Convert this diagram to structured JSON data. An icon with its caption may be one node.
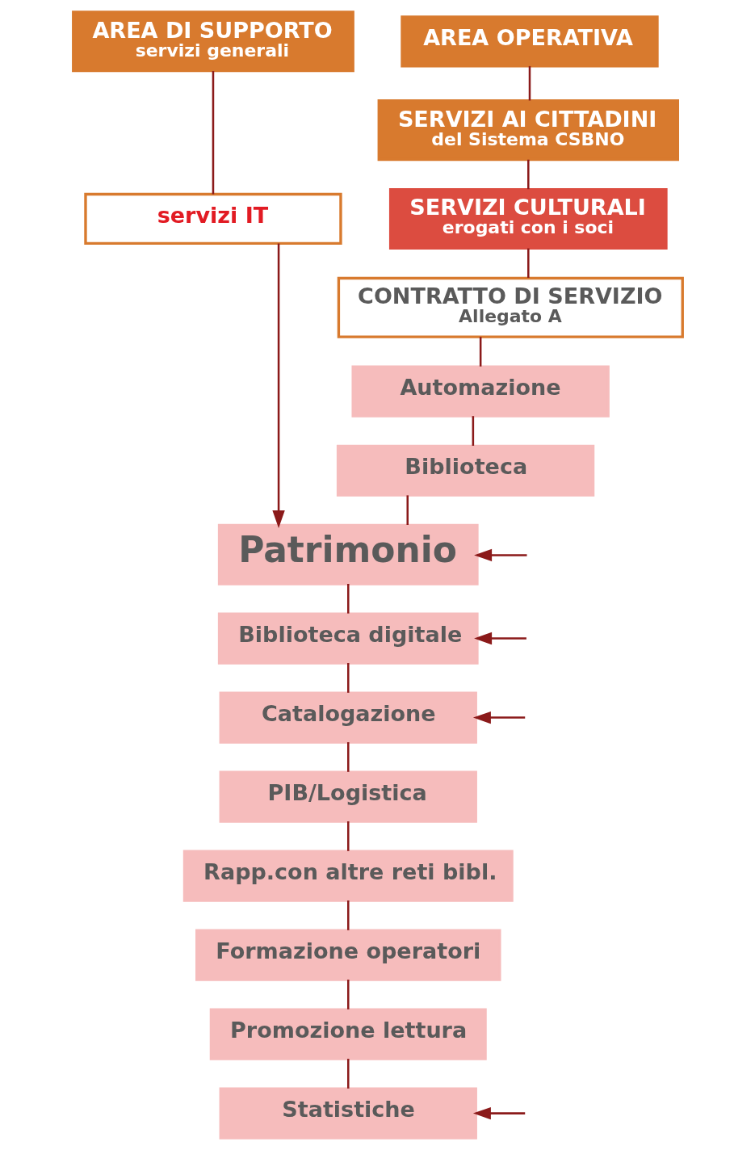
{
  "diagram": {
    "nodes": [
      {
        "text": [
          "AREA DI SUPPORTO",
          "servizi generali"
        ]
      },
      {
        "text": [
          "AREA OPERATIVA"
        ]
      },
      {
        "text": [
          "servizi IT"
        ]
      },
      {
        "text": [
          "SERVIZI AI CITTADINI",
          "del Sistema CSBNO"
        ]
      },
      {
        "text": [
          "SERVIZI CULTURALI",
          "erogati con i soci"
        ]
      },
      {
        "text": [
          "CONTRATTO DI SERVIZIO",
          "Allegato A"
        ]
      },
      {
        "text": [
          "Automazione"
        ]
      },
      {
        "text": [
          "Biblioteca"
        ]
      },
      {
        "text": [
          "Patrimonio"
        ]
      },
      {
        "text": [
          "Biblioteca digitale"
        ]
      },
      {
        "text": [
          "Catalogazione"
        ]
      },
      {
        "text": [
          "PIB/Logistica"
        ]
      },
      {
        "text": [
          "Rapp.con altre reti bibl."
        ]
      },
      {
        "text": [
          "Formazione operatori"
        ]
      },
      {
        "text": [
          "Promozione lettura"
        ]
      },
      {
        "text": [
          "Statistiche"
        ]
      }
    ],
    "edges": [
      {
        "from": 0,
        "to": 2,
        "arrow": "none"
      },
      {
        "from": 1,
        "to": 3,
        "arrow": "none"
      },
      {
        "from": 3,
        "to": 4,
        "arrow": "none"
      },
      {
        "from": 4,
        "to": 5,
        "arrow": "none"
      },
      {
        "from": 5,
        "to": 6,
        "arrow": "none"
      },
      {
        "from": 6,
        "to": 7,
        "arrow": "none"
      },
      {
        "from": 7,
        "to": 8,
        "arrow": "none"
      },
      {
        "from": 2,
        "to": 8,
        "arrow": "to"
      },
      {
        "from": null,
        "to": 8,
        "arrow": "to"
      },
      {
        "from": 8,
        "to": 9,
        "arrow": "none"
      },
      {
        "from": null,
        "to": 9,
        "arrow": "to"
      },
      {
        "from": 9,
        "to": 10,
        "arrow": "none"
      },
      {
        "from": null,
        "to": 10,
        "arrow": "to"
      },
      {
        "from": 10,
        "to": 11,
        "arrow": "none"
      },
      {
        "from": 11,
        "to": 12,
        "arrow": "none"
      },
      {
        "from": 12,
        "to": 13,
        "arrow": "none"
      },
      {
        "from": 13,
        "to": 14,
        "arrow": "none"
      },
      {
        "from": 14,
        "to": 15,
        "arrow": "none"
      },
      {
        "from": null,
        "to": 15,
        "arrow": "to"
      }
    ]
  }
}
